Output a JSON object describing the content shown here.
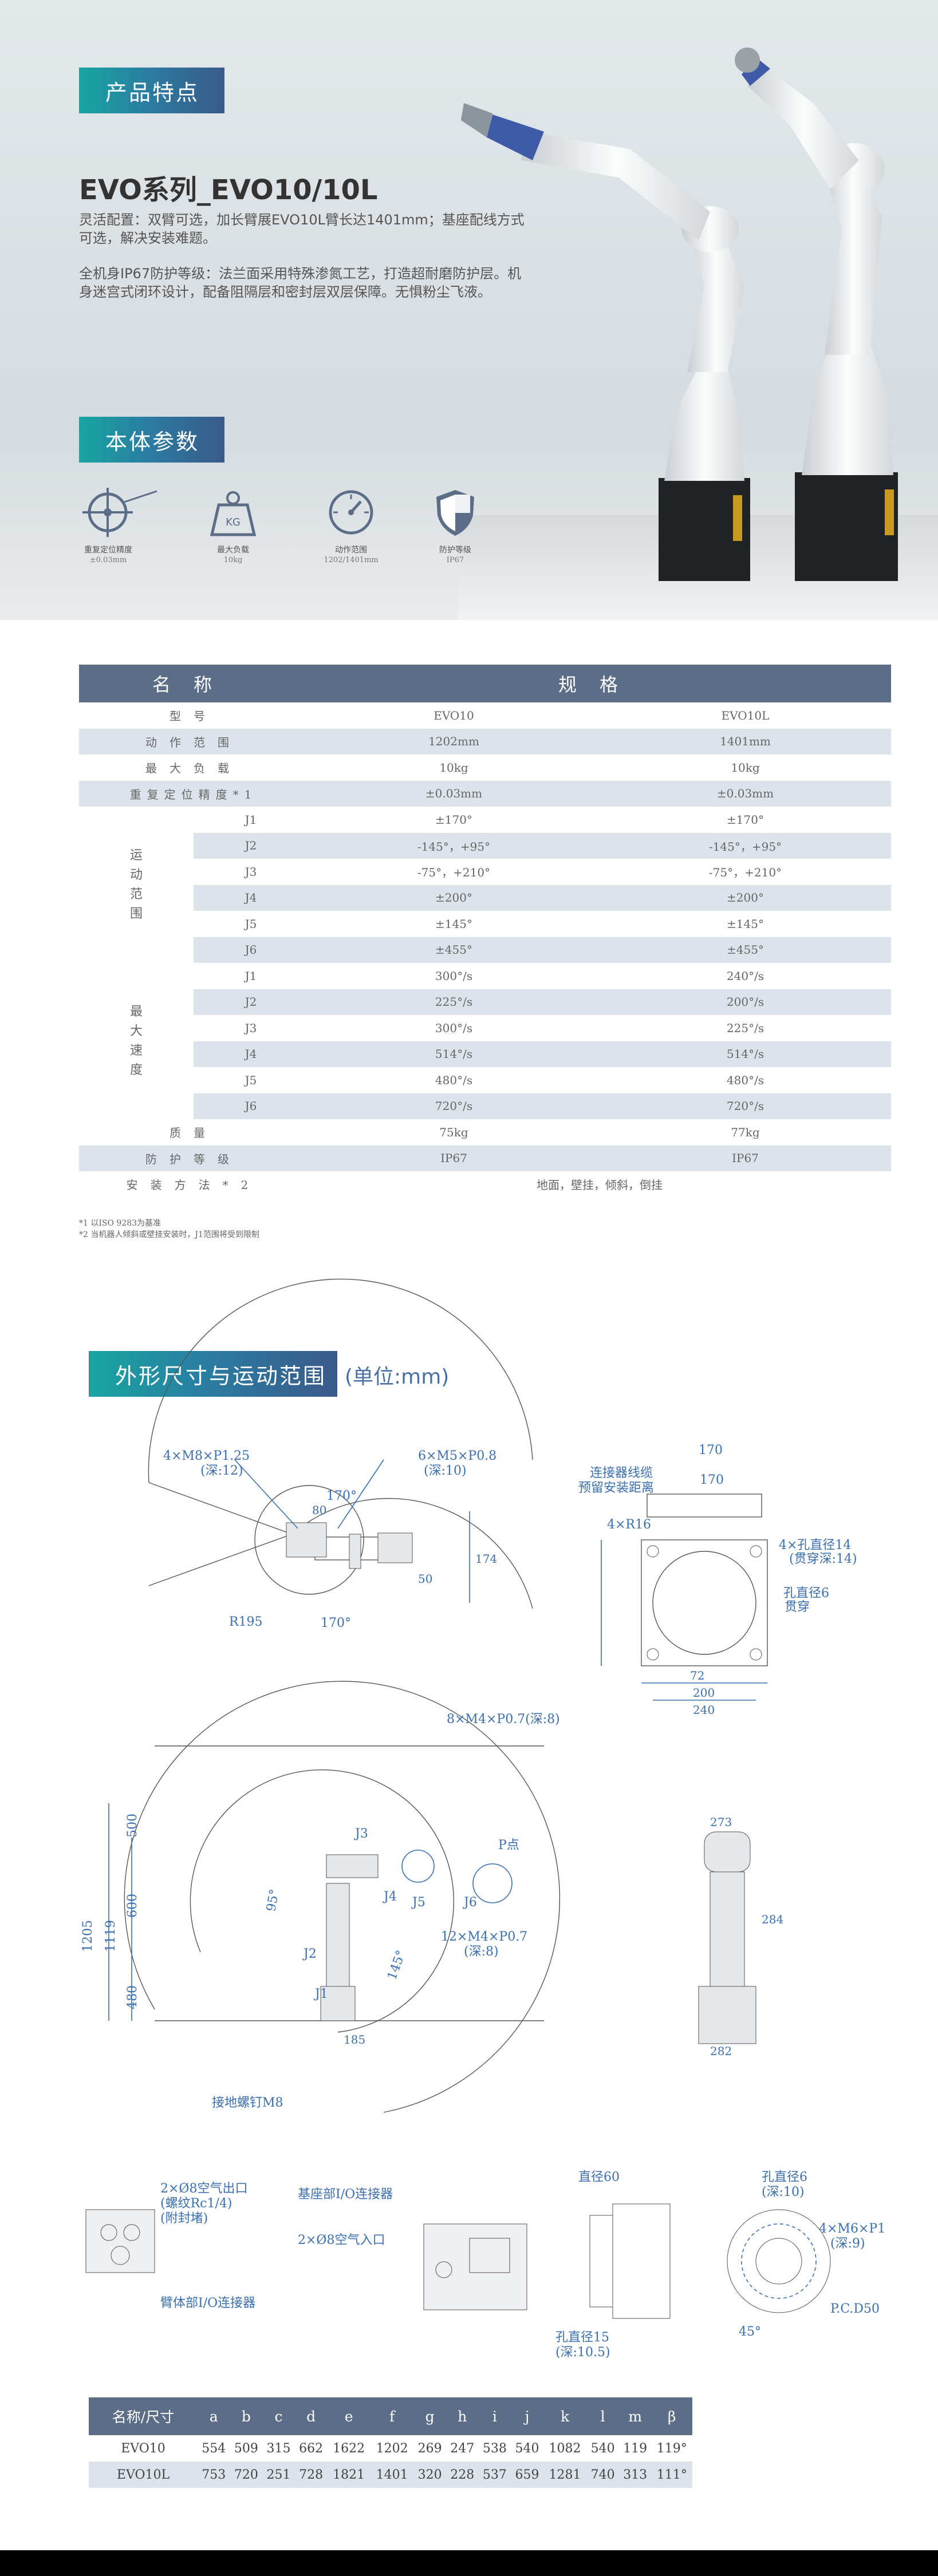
{
  "hero": {
    "tag": "产品特点",
    "title": "EVO系列_EVO10/10L",
    "para1": "灵活配置：双臂可选，加长臂展EVO10L臂长达1401mm；基座配线方式可选，解决安装难题。",
    "para2": "全机身IP67防护等级：法兰面采用特殊渗氮工艺，打造超耐磨防护层。机身迷宫式闭环设计，配备阻隔层和密封层双层保障。无惧粉尘飞液。"
  },
  "params": {
    "tag": "本体参数",
    "icons": [
      {
        "icon": "crosshair-icon",
        "label": "重复定位精度",
        "value": "±0.03mm"
      },
      {
        "icon": "weight-icon",
        "label": "最大负载",
        "value": "10kg",
        "badge": "KG"
      },
      {
        "icon": "gauge-icon",
        "label": "动作范围",
        "value": "1202/1401mm"
      },
      {
        "icon": "shield-icon",
        "label": "防护等级",
        "value": "IP67"
      }
    ]
  },
  "spec": {
    "h_name": "名称",
    "h_spec": "规格",
    "rows": [
      {
        "n": "型号",
        "a": "EVO10",
        "b": "EVO10L"
      },
      {
        "n": "动作范围",
        "a": "1202mm",
        "b": "1401mm"
      },
      {
        "n": "最大负载",
        "a": "10kg",
        "b": "10kg"
      },
      {
        "n": "重复定位精度*1",
        "a": "±0.03mm",
        "b": "±0.03mm"
      }
    ],
    "motion_group": "运动范围",
    "motion": [
      {
        "j": "J1",
        "a": "±170°",
        "b": "±170°"
      },
      {
        "j": "J2",
        "a": "-145°，+95°",
        "b": "-145°，+95°"
      },
      {
        "j": "J3",
        "a": "-75°，+210°",
        "b": "-75°，+210°"
      },
      {
        "j": "J4",
        "a": "±200°",
        "b": "±200°"
      },
      {
        "j": "J5",
        "a": "±145°",
        "b": "±145°"
      },
      {
        "j": "J6",
        "a": "±455°",
        "b": "±455°"
      }
    ],
    "speed_group": "最大速度",
    "speed": [
      {
        "j": "J1",
        "a": "300°/s",
        "b": "240°/s"
      },
      {
        "j": "J2",
        "a": "225°/s",
        "b": "200°/s"
      },
      {
        "j": "J3",
        "a": "300°/s",
        "b": "225°/s"
      },
      {
        "j": "J4",
        "a": "514°/s",
        "b": "514°/s"
      },
      {
        "j": "J5",
        "a": "480°/s",
        "b": "480°/s"
      },
      {
        "j": "J6",
        "a": "720°/s",
        "b": "720°/s"
      }
    ],
    "mass": {
      "n": "质量",
      "a": "75kg",
      "b": "77kg"
    },
    "ip": {
      "n": "防护等级",
      "a": "IP67",
      "b": "IP67"
    },
    "install": {
      "n": "安装方法*2",
      "v": "地面，壁挂，倾斜，倒挂"
    },
    "note1": "*1 以ISO 9283为基准",
    "note2": "*2 当机器人倾斜或壁挂安装时，J1范围将受到限制"
  },
  "dims": {
    "tag": "外形尺寸与运动范围",
    "unit": "(单位:mm)",
    "labels": {
      "m8": "4×M8×P1.25",
      "m8d": "(深:12)",
      "m5": "6×M5×P0.8",
      "m5d": "(深:10)",
      "a170t": "170°",
      "a170b": "170°",
      "r": "R195",
      "d80": "80",
      "d174": "174",
      "d50": "50",
      "cable": "连接器线缆",
      "cable2": "预留安装距离",
      "r16": "4×R16",
      "hole14": "4×孔直径14",
      "hole14d": "(贯穿深:14)",
      "hole6": "孔直径6",
      "hole6b": "贯穿",
      "d170a": "170",
      "d170b": "170",
      "d200": "200",
      "d240": "240",
      "d72": "72",
      "m4a": "8×M4×P0.7(深:8)",
      "m4b": "12×M4×P0.7",
      "m4bd": "(深:8)",
      "pt": "P点",
      "j5": "J5",
      "j6": "J6",
      "j4": "J4",
      "j3": "J3",
      "j2": "J2",
      "j1": "J1",
      "d1205": "1205",
      "d1119": "1119",
      "d600": "600",
      "d500": "500",
      "d480": "480",
      "d273": "273",
      "d284": "284",
      "d282": "282",
      "d185": "185",
      "a145": "145°",
      "a95": "95°",
      "ground": "接地螺钉M8",
      "air": "2×Ø8空气出口",
      "air2": "(螺纹Rc1/4)",
      "air3": "(附封堵)",
      "arm": "臂体部I/O连接器",
      "base": "基座部I/O连接器",
      "airin": "2×Ø8空气入口",
      "dia60": "直径60",
      "hole15": "孔直径15",
      "hole15d": "(深:10.5)",
      "hole6c": "孔直径6",
      "hole6cd": "(深:10)",
      "m6": "4×M6×P1",
      "m6d": "(深:9)",
      "d45": "45°",
      "pcd": "P.C.D50"
    }
  },
  "dim_table": {
    "headers": [
      "名称/尺寸",
      "a",
      "b",
      "c",
      "d",
      "e",
      "f",
      "g",
      "h",
      "i",
      "j",
      "k",
      "l",
      "m",
      "β"
    ],
    "rows": [
      [
        "EVO10",
        "554",
        "509",
        "315",
        "662",
        "1622",
        "1202",
        "269",
        "247",
        "538",
        "540",
        "1082",
        "540",
        "119",
        "119°"
      ],
      [
        "EVO10L",
        "753",
        "720",
        "251",
        "728",
        "1821",
        "1401",
        "320",
        "228",
        "537",
        "659",
        "1281",
        "740",
        "313",
        "111°"
      ]
    ]
  },
  "colors": {
    "accent": "#17a6a1",
    "header": "#5b6d87",
    "row": "#dde3ea",
    "line": "#3b6fb0"
  }
}
